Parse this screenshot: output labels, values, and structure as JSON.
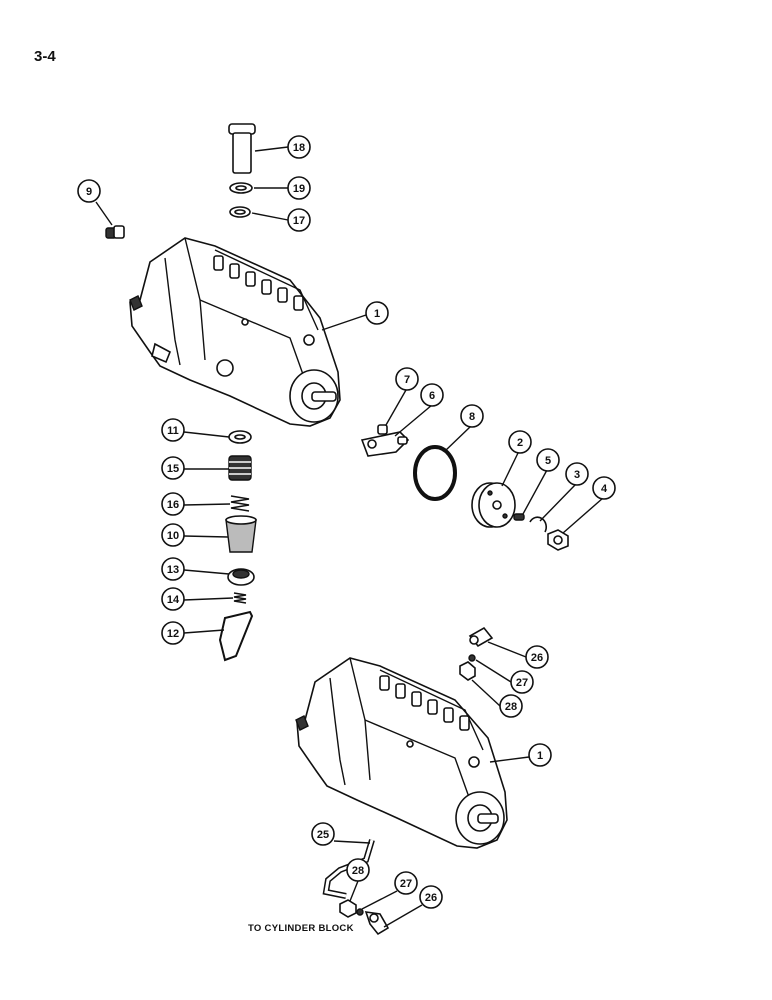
{
  "page": {
    "number": "3-4"
  },
  "diagram": {
    "caption": "TO CYLINDER BLOCK",
    "callouts": [
      {
        "id": "c18",
        "label": "18"
      },
      {
        "id": "c19",
        "label": "19"
      },
      {
        "id": "c17",
        "label": "17"
      },
      {
        "id": "c9",
        "label": "9"
      },
      {
        "id": "c1a",
        "label": "1"
      },
      {
        "id": "c7",
        "label": "7"
      },
      {
        "id": "c6",
        "label": "6"
      },
      {
        "id": "c8",
        "label": "8"
      },
      {
        "id": "c2",
        "label": "2"
      },
      {
        "id": "c5",
        "label": "5"
      },
      {
        "id": "c3",
        "label": "3"
      },
      {
        "id": "c4",
        "label": "4"
      },
      {
        "id": "c11",
        "label": "11"
      },
      {
        "id": "c15",
        "label": "15"
      },
      {
        "id": "c16",
        "label": "16"
      },
      {
        "id": "c10",
        "label": "10"
      },
      {
        "id": "c13",
        "label": "13"
      },
      {
        "id": "c14",
        "label": "14"
      },
      {
        "id": "c12",
        "label": "12"
      },
      {
        "id": "c26a",
        "label": "26"
      },
      {
        "id": "c27a",
        "label": "27"
      },
      {
        "id": "c28a",
        "label": "28"
      },
      {
        "id": "c1b",
        "label": "1"
      },
      {
        "id": "c25",
        "label": "25"
      },
      {
        "id": "c28b",
        "label": "28"
      },
      {
        "id": "c27b",
        "label": "27"
      },
      {
        "id": "c26b",
        "label": "26"
      }
    ]
  }
}
